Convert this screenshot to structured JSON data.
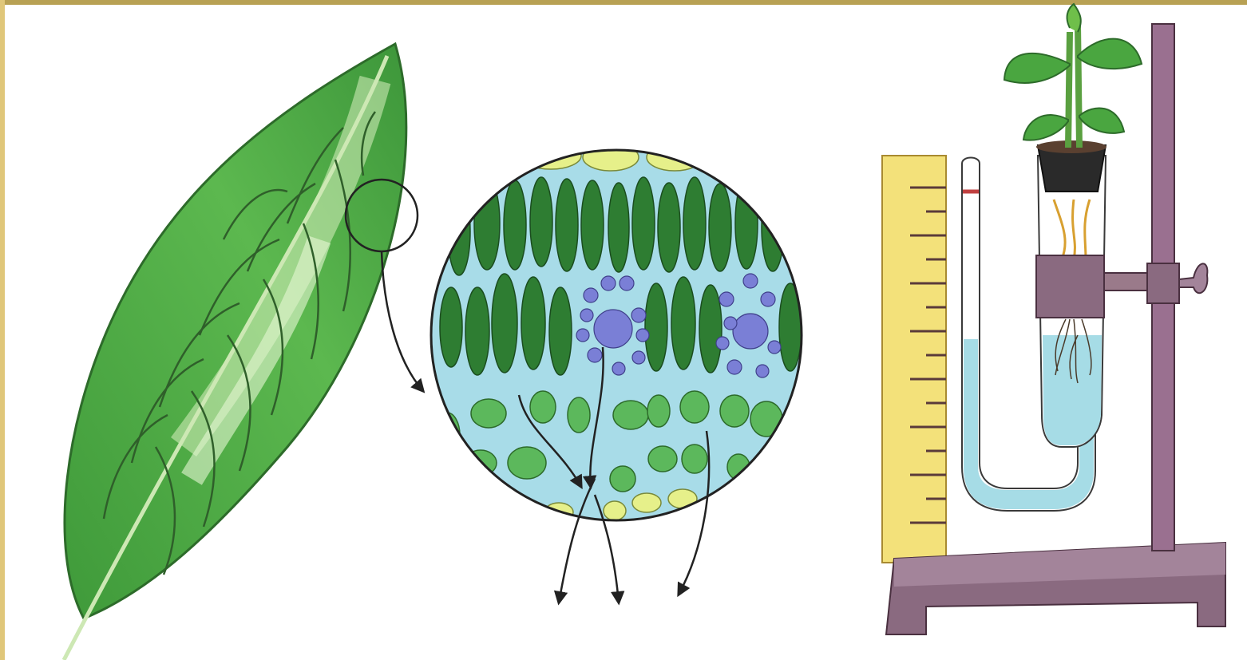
{
  "scene": {
    "panels": [
      {
        "id": "leaf",
        "subject": "green-leaf"
      },
      {
        "id": "cross-section",
        "subject": "magnified-leaf-tissue-cross-section"
      },
      {
        "id": "apparatus",
        "subject": "potted-plant-on-stand-with-u-tube-and-scale"
      }
    ],
    "colors": {
      "background": "#ffffff",
      "frame_border": "#b8a154",
      "leaf_green": "#4aa640",
      "leaf_highlight": "#d8f0c0",
      "tissue_blue": "#a8dce8",
      "palisade_green": "#2e7d32",
      "spongy_green": "#5cb85c",
      "stoma_blue": "#7a7fd6",
      "epidermis_purple": "#6d4a7a",
      "yellow_cells": "#e6f08a",
      "wood_purple": "#8a6a80",
      "ruler_yellow": "#f3e17a",
      "water_blue": "#a6dce6"
    }
  }
}
